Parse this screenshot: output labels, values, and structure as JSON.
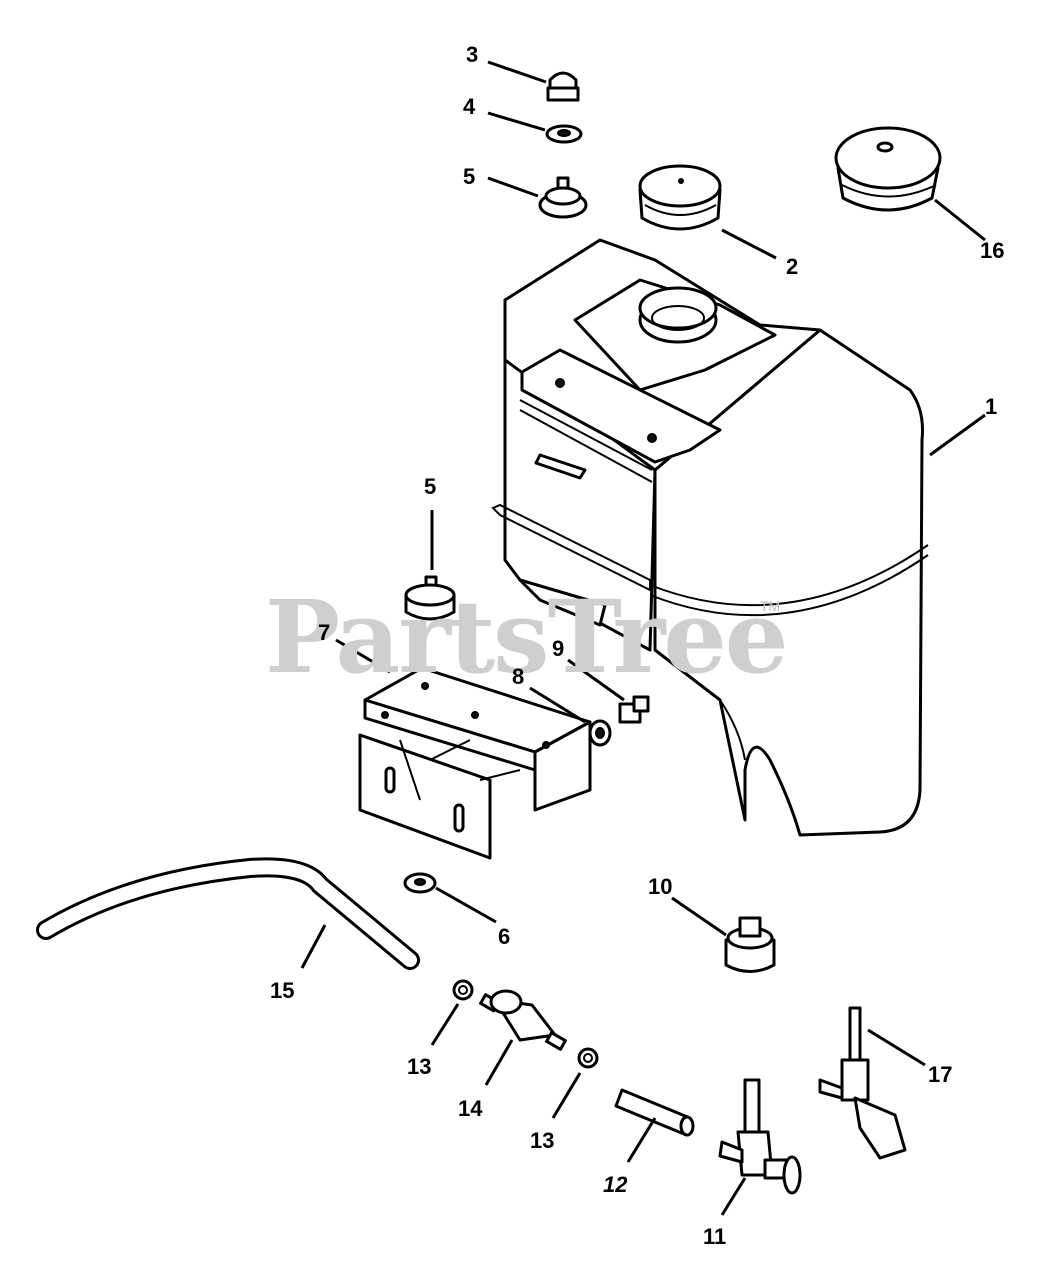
{
  "watermark": {
    "text": "PartsTree",
    "trademark": "TM"
  },
  "callouts": [
    {
      "id": "c3",
      "label": "3"
    },
    {
      "id": "c4",
      "label": "4"
    },
    {
      "id": "c5a",
      "label": "5"
    },
    {
      "id": "c2",
      "label": "2"
    },
    {
      "id": "c16",
      "label": "16"
    },
    {
      "id": "c1",
      "label": "1"
    },
    {
      "id": "c5b",
      "label": "5"
    },
    {
      "id": "c7",
      "label": "7"
    },
    {
      "id": "c9",
      "label": "9"
    },
    {
      "id": "c8",
      "label": "8"
    },
    {
      "id": "c10",
      "label": "10"
    },
    {
      "id": "c6",
      "label": "6"
    },
    {
      "id": "c15",
      "label": "15"
    },
    {
      "id": "c13a",
      "label": "13"
    },
    {
      "id": "c14",
      "label": "14"
    },
    {
      "id": "c13b",
      "label": "13"
    },
    {
      "id": "c17",
      "label": "17"
    },
    {
      "id": "c12",
      "label": "12"
    },
    {
      "id": "c11",
      "label": "11"
    }
  ]
}
